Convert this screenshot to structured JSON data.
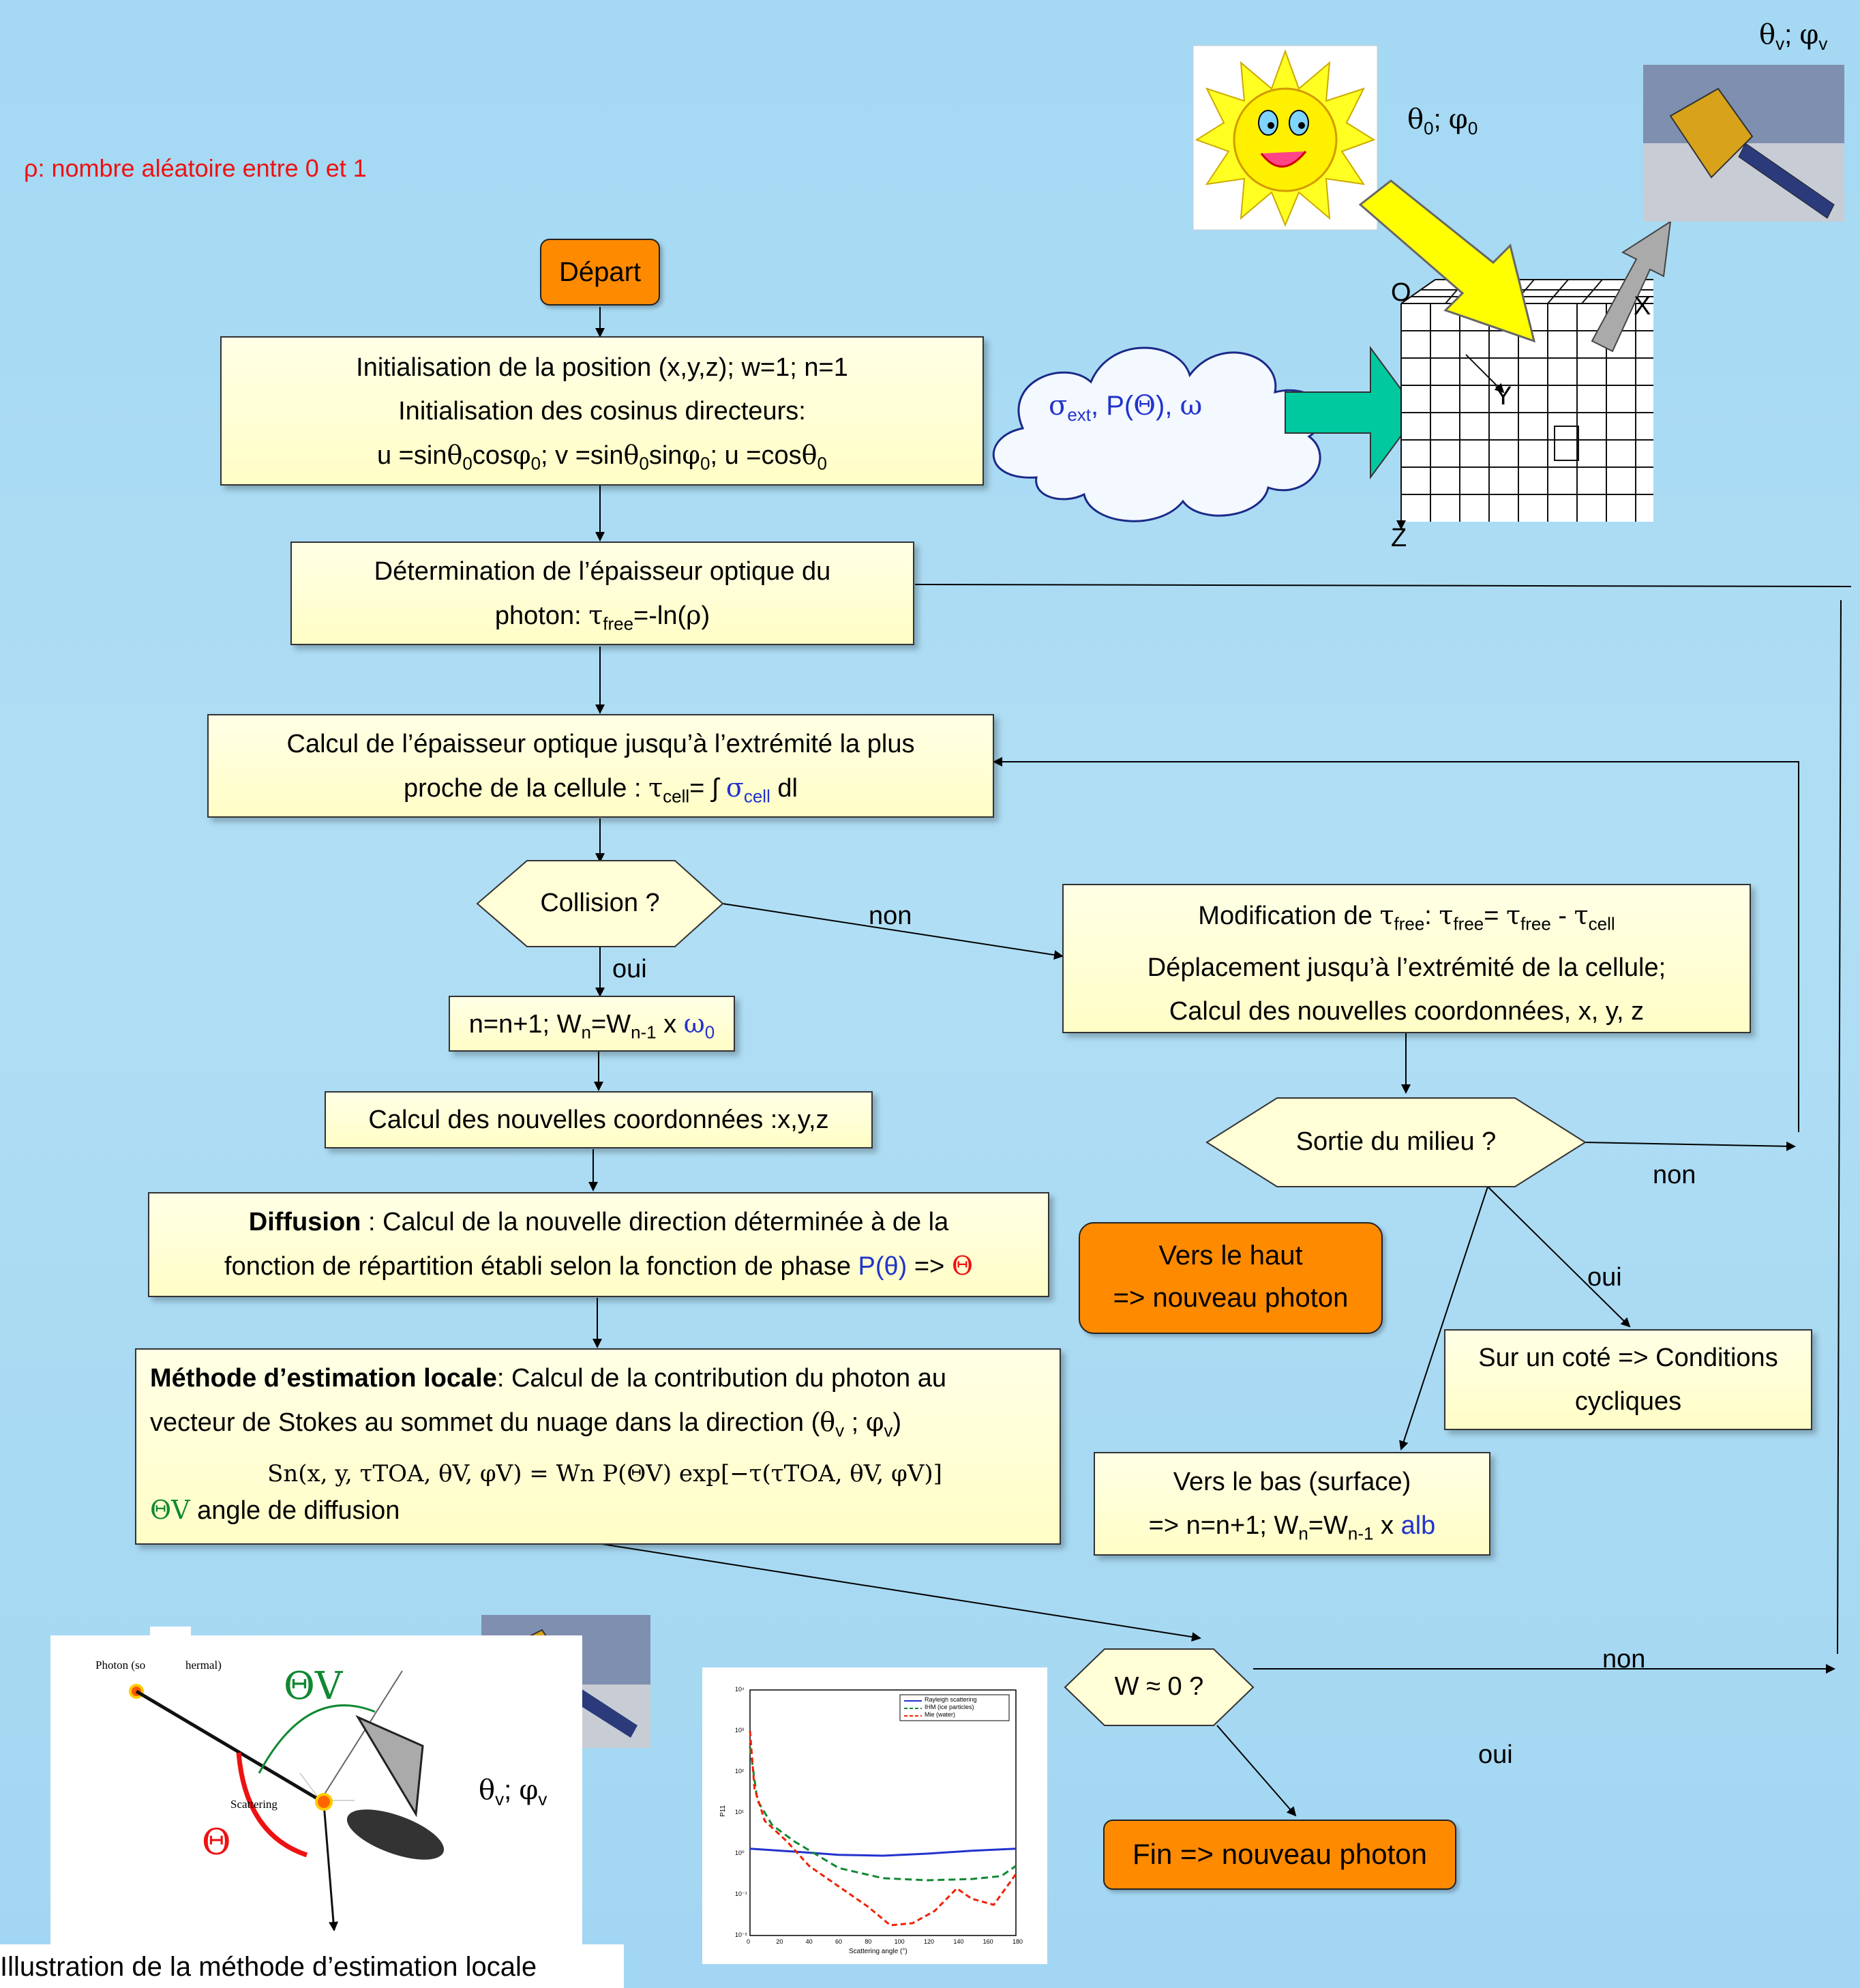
{
  "note": "ρ: nombre aléatoire entre 0 et 1",
  "top_angles": {
    "sun": "θ0; φ0",
    "sat": "θv; φv"
  },
  "cloud_label": "σext, P(Θ), ω",
  "grid_axes": {
    "o": "O",
    "x": "X",
    "y": "Y",
    "z": "Z"
  },
  "start": "Départ",
  "init": {
    "line1": "Initialisation de la position (x,y,z); w=1; n=1",
    "line2": "Initialisation des cosinus directeurs:",
    "line3": "u =sinθ0cosφ0; v =sinθ0sinφ0; u =cosθ0"
  },
  "tau_free": {
    "line1": "Détermination de l’épaisseur optique du",
    "line2": "photon: τfree=-ln(ρ)"
  },
  "tau_cell": {
    "line1": "Calcul de l’épaisseur optique jusqu’à l’extrémité la plus",
    "line2": "proche de la cellule : τcell= ∫ σcell dl"
  },
  "collision": "Collision ?",
  "non": "non",
  "oui": "oui",
  "weight": "n=n+1; Wn=Wn-1 x ω0",
  "coords": "Calcul des nouvelles coordonnées :x,y,z",
  "diffusion": {
    "bold": "Diffusion",
    "line1": " : Calcul de la nouvelle direction déterminée à de la",
    "line2a": "fonction de répartition établi selon la fonction de phase ",
    "phase": "P(θ)",
    "arrow": " => ",
    "theta": "Θ"
  },
  "local": {
    "bold": "Méthode d’estimation locale",
    "line1": ": Calcul de la contribution du photon au",
    "line2": "vecteur de Stokes au sommet du nuage dans la direction (θv ; φv)",
    "formula": "Sn(x, y, τTOA, θV, φV) = Wn P(ΘV) exp[−τ(τTOA, θV, φV)]",
    "theta_v": "ΘV",
    "line3": " angle de diffusion"
  },
  "modif": {
    "line1": "Modification de τfree: τfree= τfree - τcell",
    "line2": "Déplacement jusqu’à l’extrémité de la cellule;",
    "line3": "Calcul des nouvelles coordonnées, x, y, z"
  },
  "sortie": "Sortie du milieu ?",
  "vers_haut": {
    "line1": "Vers le haut",
    "line2": "=>  nouveau photon"
  },
  "cote": {
    "line1": "Sur un coté => Conditions",
    "line2": "cycliques"
  },
  "vers_bas": {
    "line1": "Vers le bas (surface)",
    "line2": "=> n=n+1; Wn=Wn-1 x alb"
  },
  "w_test": "W ≈ 0 ?",
  "fin": "Fin => nouveau photon",
  "illustration_caption": "Illustration de la méthode d’estimation locale",
  "illus": {
    "photon": "Photon (so",
    "thermal": "hermal)",
    "scattering": "Scattering",
    "Theta_v": "ΘV",
    "Theta": "Θ",
    "sat_angles": "θv; φv"
  },
  "chart_data": {
    "type": "line",
    "series": [
      {
        "name": "Rayleigh scattering",
        "color": "#2233cc"
      },
      {
        "name": "IHM (ice particles)",
        "color": "#118833"
      },
      {
        "name": "Mie (water)",
        "color": "#ee2200"
      }
    ],
    "ylabel": "P11",
    "xlabel": "Scattering angle (°)",
    "xticks": [
      "0",
      "20",
      "40",
      "60",
      "80",
      "100",
      "120",
      "140",
      "160",
      "180"
    ],
    "yticks": [
      "10⁴",
      "10³",
      "10²",
      "10¹",
      "10⁰",
      "10⁻¹",
      "10⁻²"
    ],
    "xlim": [
      0,
      180
    ],
    "ylog": true
  },
  "colors": {
    "orange": "#fe8a00",
    "teal": "#00c9a0",
    "yellow_arrow": "#ffff00"
  }
}
